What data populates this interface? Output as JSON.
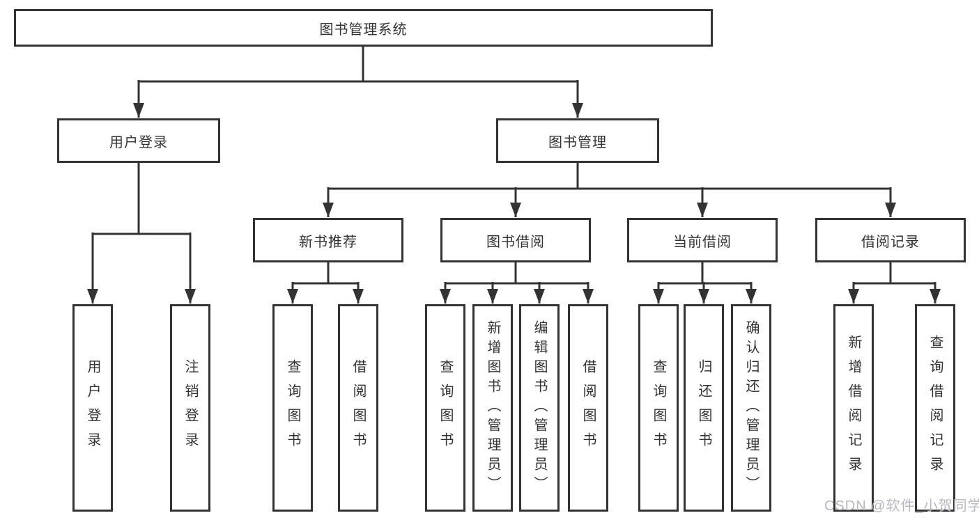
{
  "title": "图书管理系统",
  "tree": {
    "root": {
      "label": "图书管理系统"
    },
    "branches": [
      {
        "label": "用户登录",
        "children": [
          {
            "label": "用户登录"
          },
          {
            "label": "注销登录"
          }
        ]
      },
      {
        "label": "图书管理",
        "children": [
          {
            "label": "新书推荐",
            "children": [
              {
                "label": "查询图书"
              },
              {
                "label": "借阅图书"
              }
            ]
          },
          {
            "label": "图书借阅",
            "children": [
              {
                "label": "查询图书"
              },
              {
                "label": "新增图书（管理员）"
              },
              {
                "label": "编辑图书（管理员）"
              },
              {
                "label": "借阅图书"
              }
            ]
          },
          {
            "label": "当前借阅",
            "children": [
              {
                "label": "查询图书"
              },
              {
                "label": "归还图书"
              },
              {
                "label": "确认归还（管理员）"
              }
            ]
          },
          {
            "label": "借阅记录",
            "children": [
              {
                "label": "新增借阅记录"
              },
              {
                "label": "查询借阅记录"
              }
            ]
          }
        ]
      }
    ]
  },
  "watermark": {
    "text": "CSDN @软件_小贺同学"
  },
  "colors": {
    "line": "#333333",
    "box_border": "#333333",
    "box_background": "#ffffff",
    "text": "#333333",
    "watermark": "#b5b9be",
    "background": "#ffffff"
  }
}
